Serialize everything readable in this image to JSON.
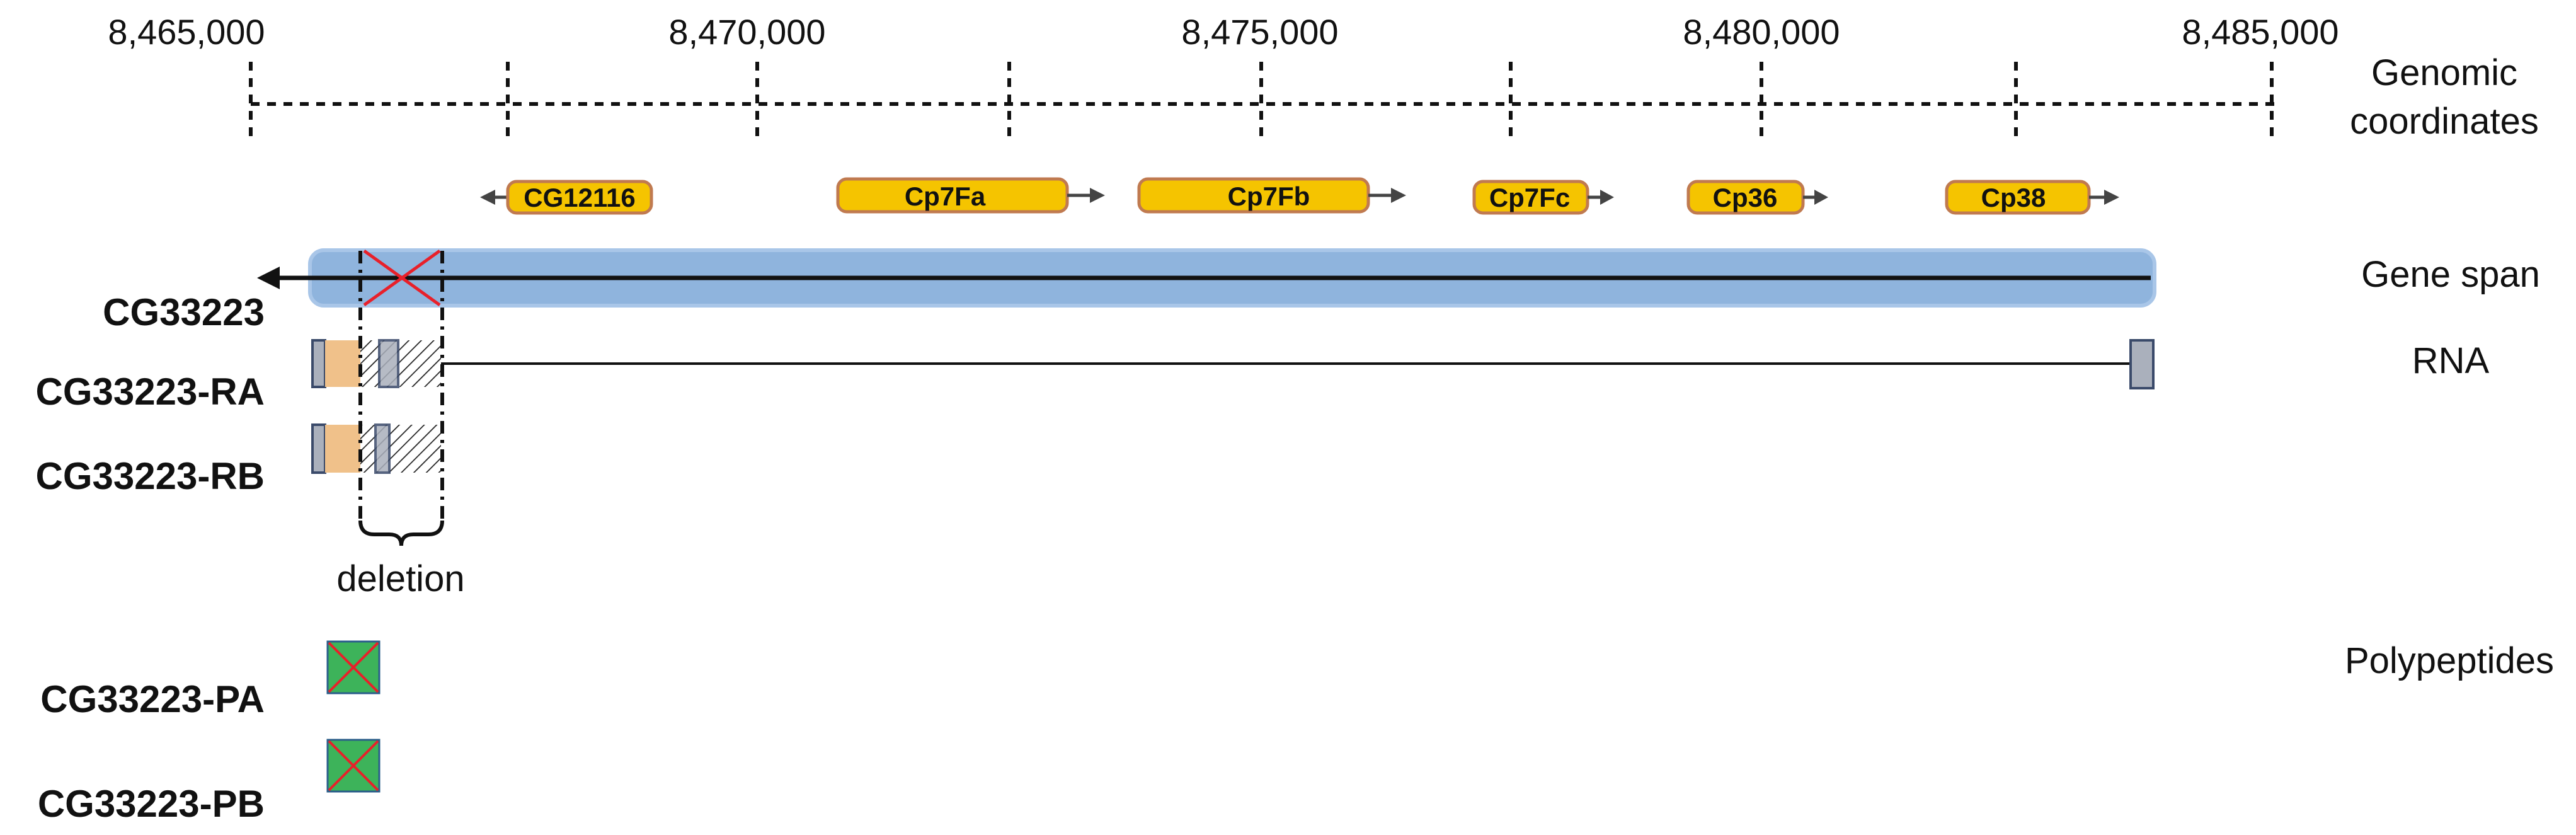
{
  "coordinates": {
    "ticks": [
      "8,465,000",
      "8,470,000",
      "8,475,000",
      "8,480,000",
      "8,485,000"
    ],
    "label_line1": "Genomic",
    "label_line2": "coordinates"
  },
  "neighbor_genes": [
    {
      "name": "CG12116",
      "strand": "-"
    },
    {
      "name": "Cp7Fa",
      "strand": "+"
    },
    {
      "name": "Cp7Fb",
      "strand": "+"
    },
    {
      "name": "Cp7Fc",
      "strand": "+"
    },
    {
      "name": "Cp36",
      "strand": "+"
    },
    {
      "name": "Cp38",
      "strand": "+"
    }
  ],
  "tracks": {
    "gene_span": "Gene span",
    "rna": "RNA",
    "polypeptides": "Polypeptides"
  },
  "gene": {
    "name": "CG33223",
    "transcripts": [
      "CG33223-RA",
      "CG33223-RB"
    ],
    "polypeptides": [
      "CG33223-PA",
      "CG33223-PB"
    ]
  },
  "deletion": {
    "label": "deletion"
  },
  "colors": {
    "gene_span_fill": "#8fb4dd",
    "gene_box_fill": "#f5c400",
    "gene_box_stroke": "#c07a50",
    "utr_fill": "#aab0bc",
    "cds_fill": "#f0c18a",
    "polypeptide_fill": "#3db35a",
    "cross": "#e8202a",
    "dark": "#111111"
  }
}
